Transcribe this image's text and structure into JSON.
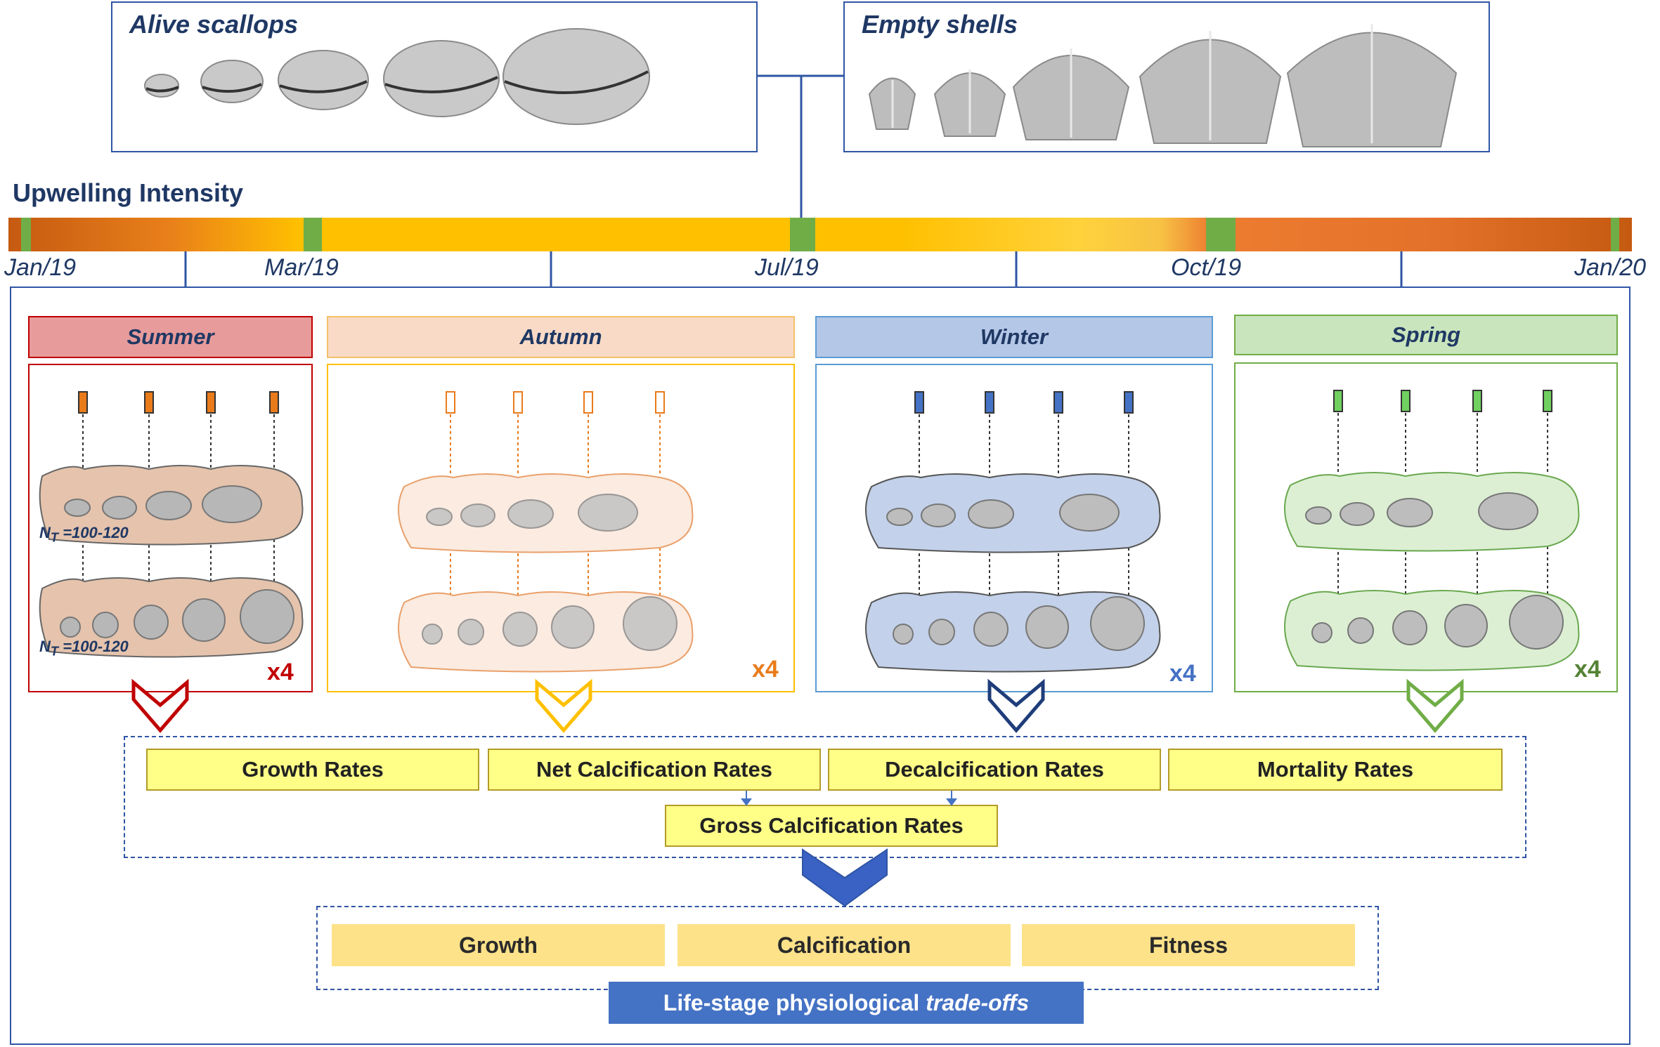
{
  "header": {
    "alive_title": "Alive scallops",
    "empty_title": "Empty shells"
  },
  "upwelling": {
    "title": "Upwelling Intensity",
    "months": [
      "Jan/19",
      "Mar/19",
      "Jul/19",
      "Oct/19",
      "Jan/20"
    ]
  },
  "seasons": [
    {
      "name": "Summer",
      "multiplier": "x4",
      "nt_label": "N",
      "nt_sub": "T",
      "nt_value": " =100-120",
      "color": "#c00000"
    },
    {
      "name": "Autumn",
      "multiplier": "x4",
      "color": "#e97b1b"
    },
    {
      "name": "Winter",
      "multiplier": "x4",
      "color": "#4472c4"
    },
    {
      "name": "Spring",
      "multiplier": "x4",
      "color": "#548235"
    }
  ],
  "rates": {
    "growth": "Growth Rates",
    "net_calcification": "Net Calcification Rates",
    "decalcification": "Decalcification Rates",
    "mortality": "Mortality Rates",
    "gross_calcification": "Gross Calcification Rates"
  },
  "outcomes": {
    "growth": "Growth",
    "calcification": "Calcification",
    "fitness": "Fitness"
  },
  "tradeoff": {
    "prefix": "Life-stage physiological ",
    "emphasis": "trade-offs"
  }
}
